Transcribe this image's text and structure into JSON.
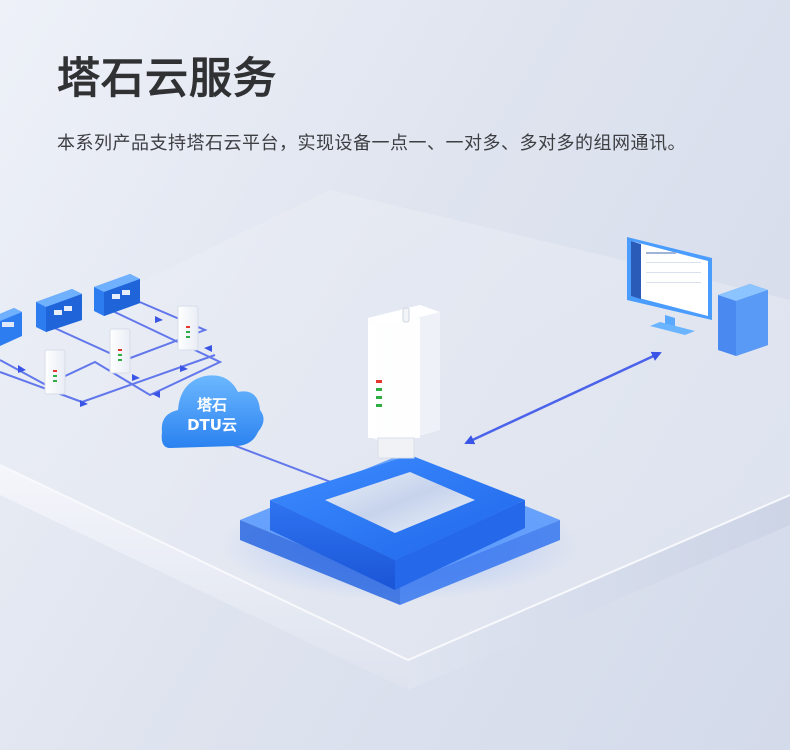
{
  "header": {
    "title": "塔石云服务",
    "subtitle": "本系列产品支持塔石云平台，实现设备一点一、一对多、多对多的组网通讯。"
  },
  "illustration": {
    "cloud": {
      "line1": "塔石",
      "line2": "DTU云"
    },
    "nodes": {
      "plc_modules": 3,
      "dtu_devices_small": 3,
      "main_dtu_leds": [
        "red",
        "green",
        "green",
        "green"
      ],
      "computer": "monitor-and-tower"
    },
    "colors": {
      "accent_blue": "#2f7cf0",
      "line_blue": "#3a55e6",
      "title_text": "#2f3133",
      "body_text": "#3c3e42",
      "led_red": "#e3372f",
      "led_green": "#2fae45"
    }
  }
}
